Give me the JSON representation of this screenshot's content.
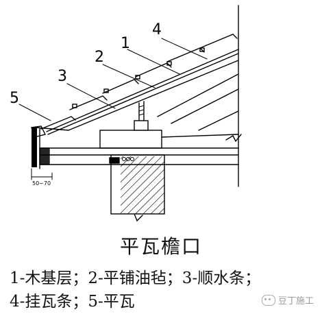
{
  "callouts": [
    "1",
    "2",
    "3",
    "4",
    "5"
  ],
  "dimension_label": "50~70",
  "title": "平瓦檐口",
  "legend": {
    "line1": "1-木基层；2-平铺油毡；3-顺水条；",
    "line2": "4-挂瓦条；5-平瓦"
  },
  "watermark": "豆丁施工",
  "colors": {
    "line": "#000000",
    "watermark": "#9a9a9a"
  }
}
